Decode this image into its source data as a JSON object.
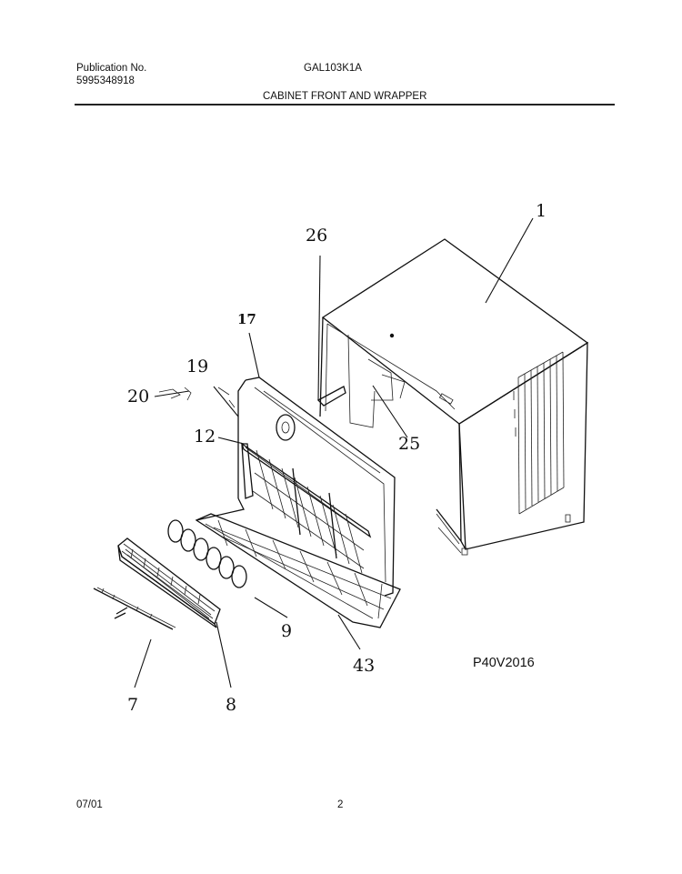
{
  "header": {
    "publication_label": "Publication No.",
    "publication_number": "5995348918",
    "model": "GAL103K1A",
    "section_title": "CABINET FRONT AND WRAPPER"
  },
  "diagram": {
    "callouts": {
      "p1": "1",
      "p26": "26",
      "p17": "17",
      "p19": "19",
      "p20": "20",
      "p12": "12",
      "p25": "25",
      "p9": "9",
      "p43": "43",
      "p8": "8",
      "p7": "7"
    },
    "figure_code": "P40V2016"
  },
  "footer": {
    "date": "07/01",
    "page": "2"
  }
}
